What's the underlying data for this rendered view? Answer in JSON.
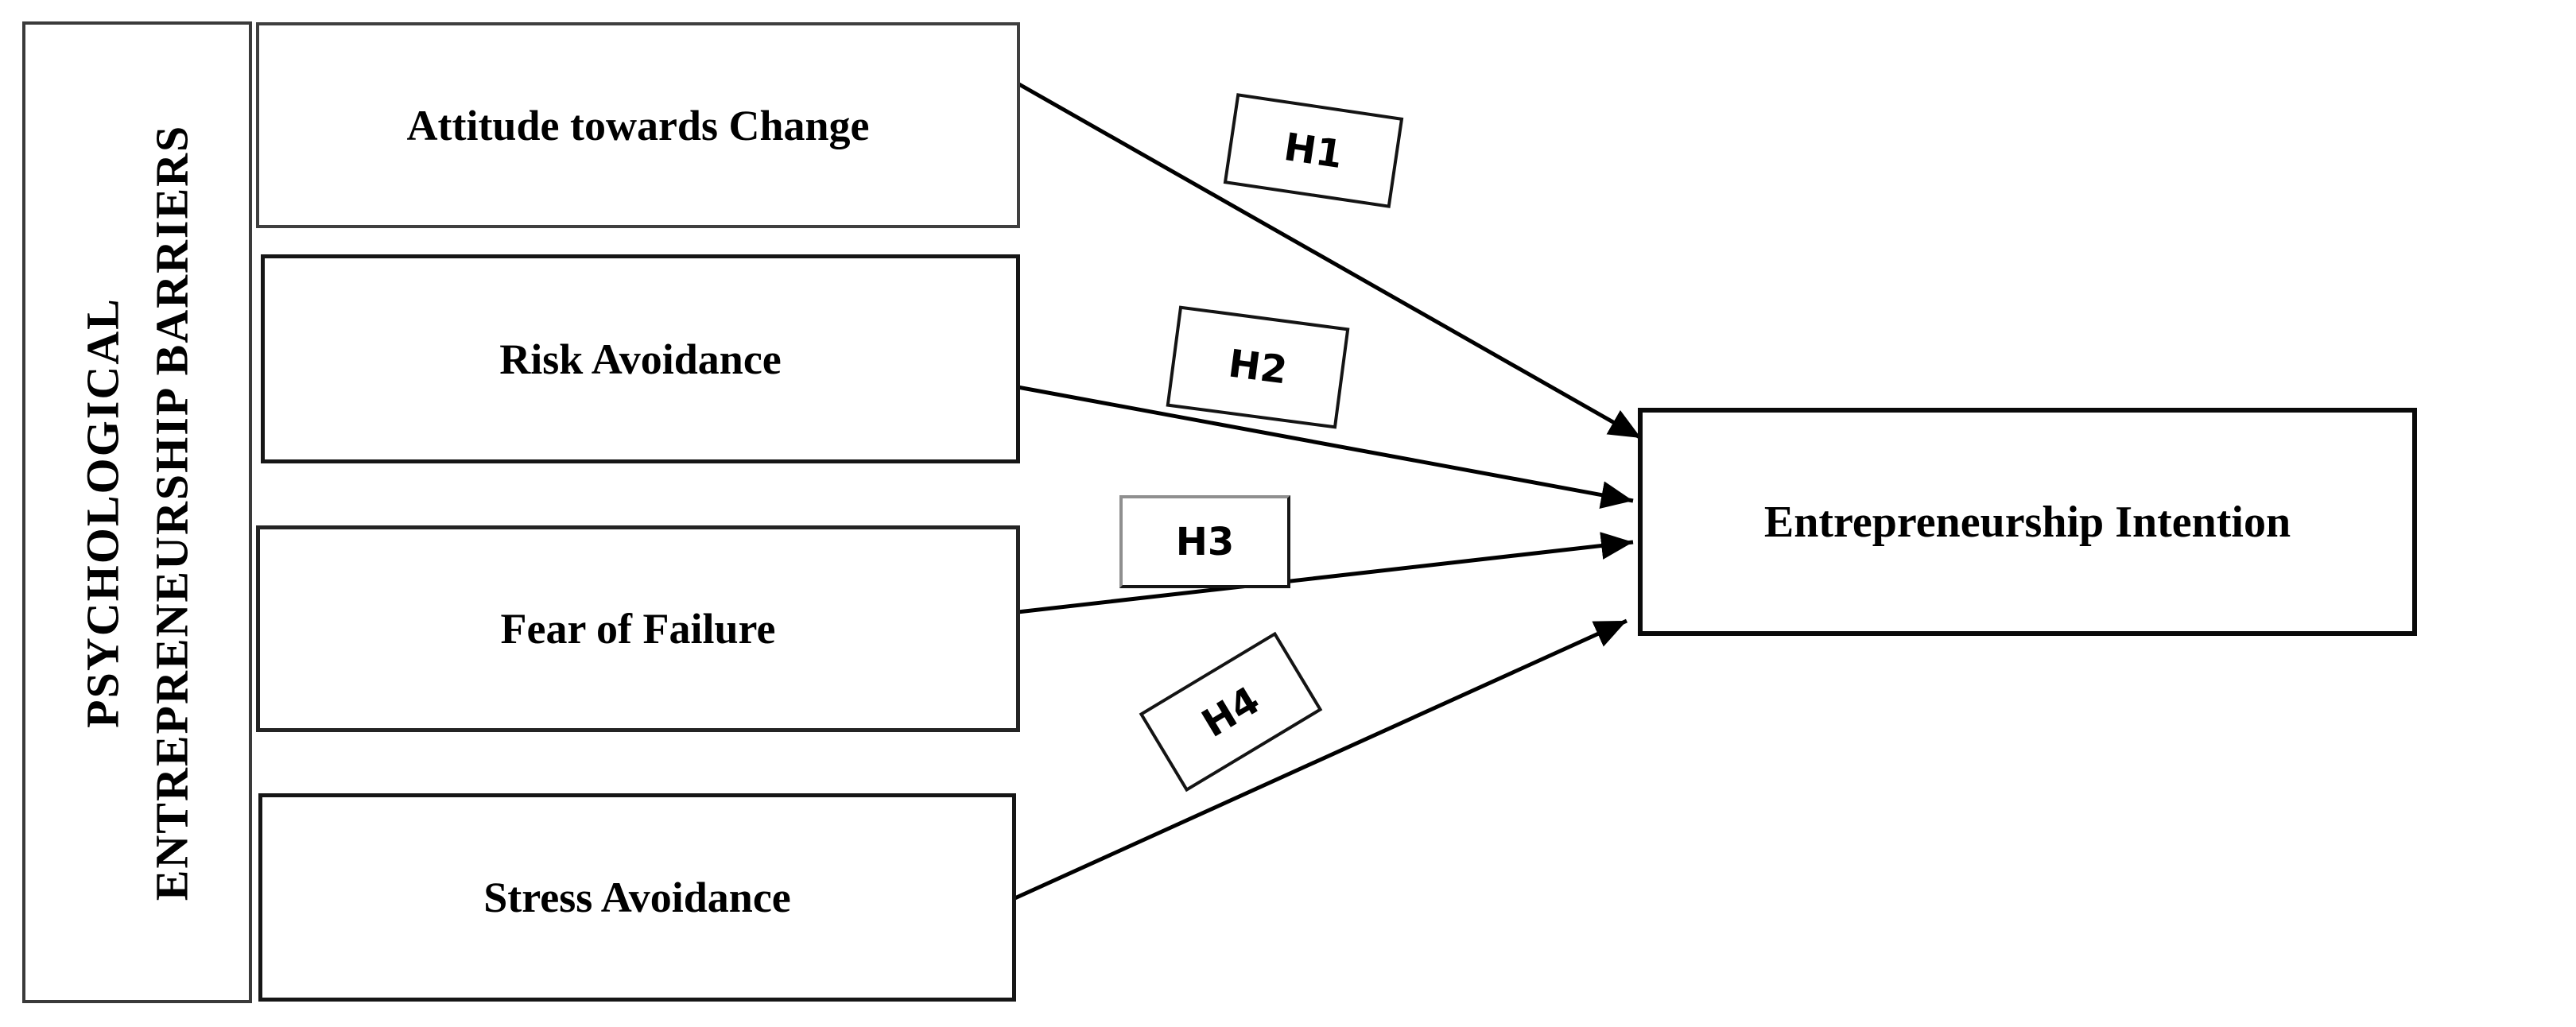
{
  "figure": {
    "background": "#ffffff",
    "line_color": "#000000",
    "border_color": "#161616"
  },
  "group": {
    "label_line1": "PSYCHOLOGICAL",
    "label_line2": "ENTREPRENEURSHIP BARRIERS"
  },
  "barriers": [
    {
      "label": "Attitude towards Change",
      "hypothesis": "H1"
    },
    {
      "label": "Risk Avoidance",
      "hypothesis": "H2"
    },
    {
      "label": "Fear of Failure",
      "hypothesis": "H3"
    },
    {
      "label": "Stress Avoidance",
      "hypothesis": "H4"
    }
  ],
  "outcome": {
    "label": "Entrepreneurship Intention"
  }
}
